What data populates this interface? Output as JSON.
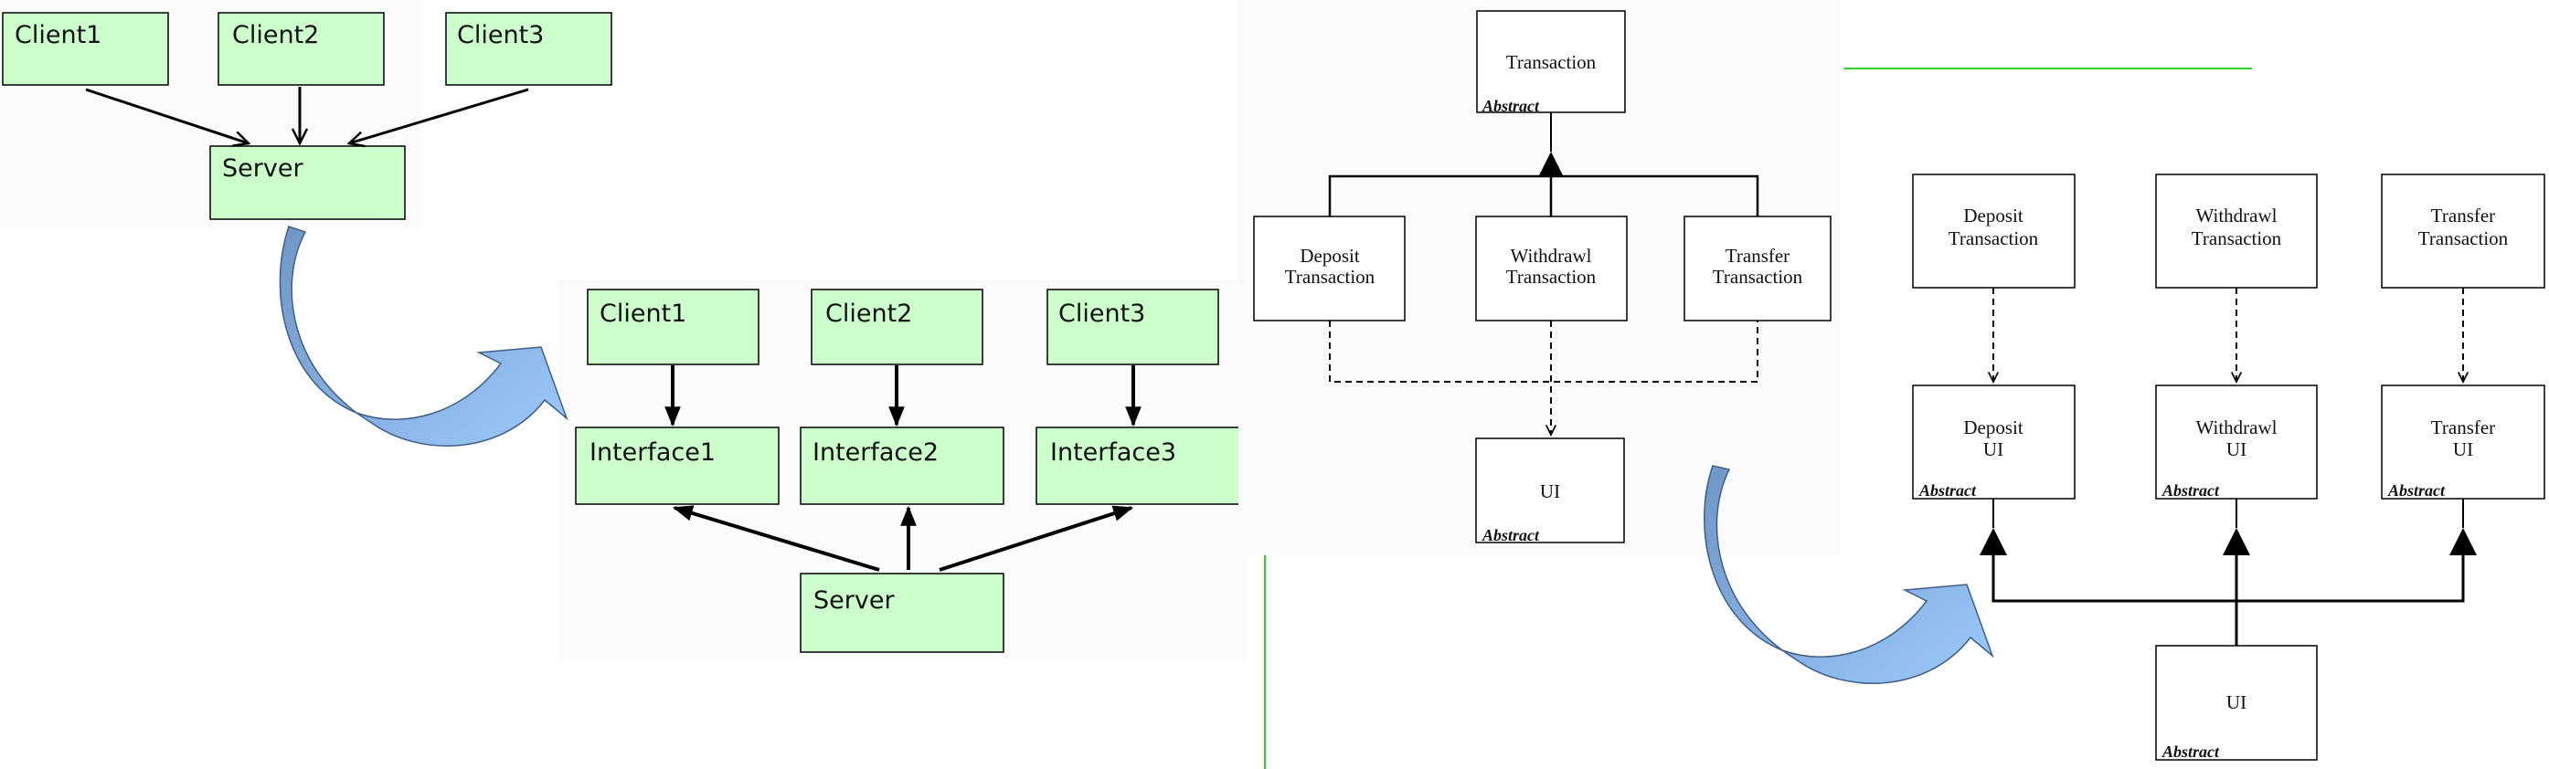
{
  "left_panel": {
    "before": {
      "clients": [
        "Client1",
        "Client2",
        "Client3"
      ],
      "server": "Server"
    },
    "after": {
      "clients": [
        "Client1",
        "Client2",
        "Client3"
      ],
      "interfaces": [
        "Interface1",
        "Interface2",
        "Interface3"
      ],
      "server": "Server"
    },
    "box_fill": "#ccffcc",
    "arrow_colors": [
      "#7da1cc",
      "#96c6f8"
    ]
  },
  "right_panel": {
    "before": {
      "parent": {
        "name": "Transaction",
        "stereotype": "Abstract"
      },
      "children": [
        {
          "line1": "Deposit",
          "line2": "Transaction"
        },
        {
          "line1": "Withdrawl",
          "line2": "Transaction"
        },
        {
          "line1": "Transfer",
          "line2": "Transaction"
        }
      ],
      "ui": {
        "name": "UI",
        "stereotype": "Abstract"
      }
    },
    "after": {
      "transactions": [
        {
          "line1": "Deposit",
          "line2": "Transaction"
        },
        {
          "line1": "Withdrawl",
          "line2": "Transaction"
        },
        {
          "line1": "Transfer",
          "line2": "Transaction"
        }
      ],
      "uis": [
        {
          "line1": "Deposit",
          "line2": "UI",
          "stereotype": "Abstract"
        },
        {
          "line1": "Withdrawl",
          "line2": "UI",
          "stereotype": "Abstract"
        },
        {
          "line1": "Transfer",
          "line2": "UI",
          "stereotype": "Abstract"
        }
      ],
      "ui": {
        "name": "UI",
        "stereotype": "Abstract"
      }
    },
    "accent_line_color": "#33cc33"
  }
}
